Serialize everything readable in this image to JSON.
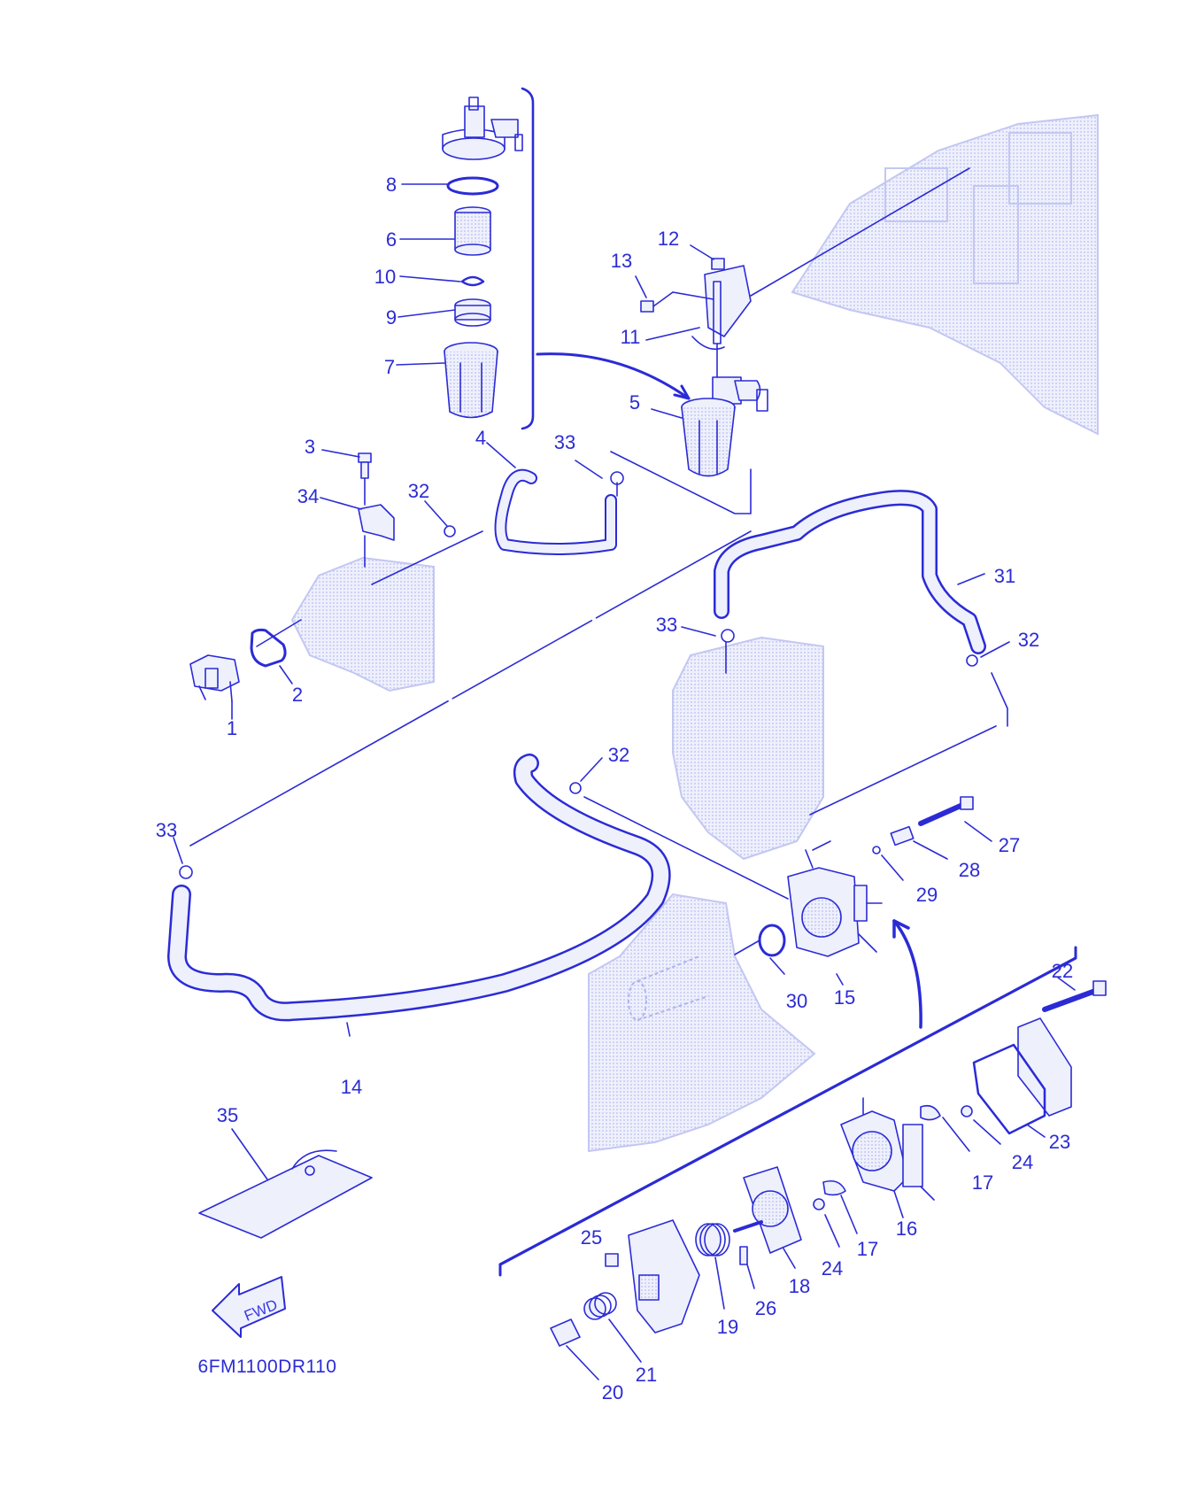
{
  "diagram": {
    "code": "6FM1100DR110",
    "fwd_label": "FWD",
    "line_color": "#2b2bd6",
    "ghost_color": "#c9ccf4",
    "background": "#ffffff",
    "callouts": [
      "1",
      "2",
      "3",
      "4",
      "5",
      "6",
      "7",
      "8",
      "9",
      "10",
      "11",
      "12",
      "13",
      "14",
      "15",
      "16",
      "17",
      "17",
      "18",
      "19",
      "20",
      "21",
      "22",
      "23",
      "24",
      "24",
      "25",
      "26",
      "27",
      "28",
      "29",
      "30",
      "31",
      "32",
      "32",
      "32",
      "33",
      "33",
      "33",
      "34",
      "35"
    ]
  }
}
